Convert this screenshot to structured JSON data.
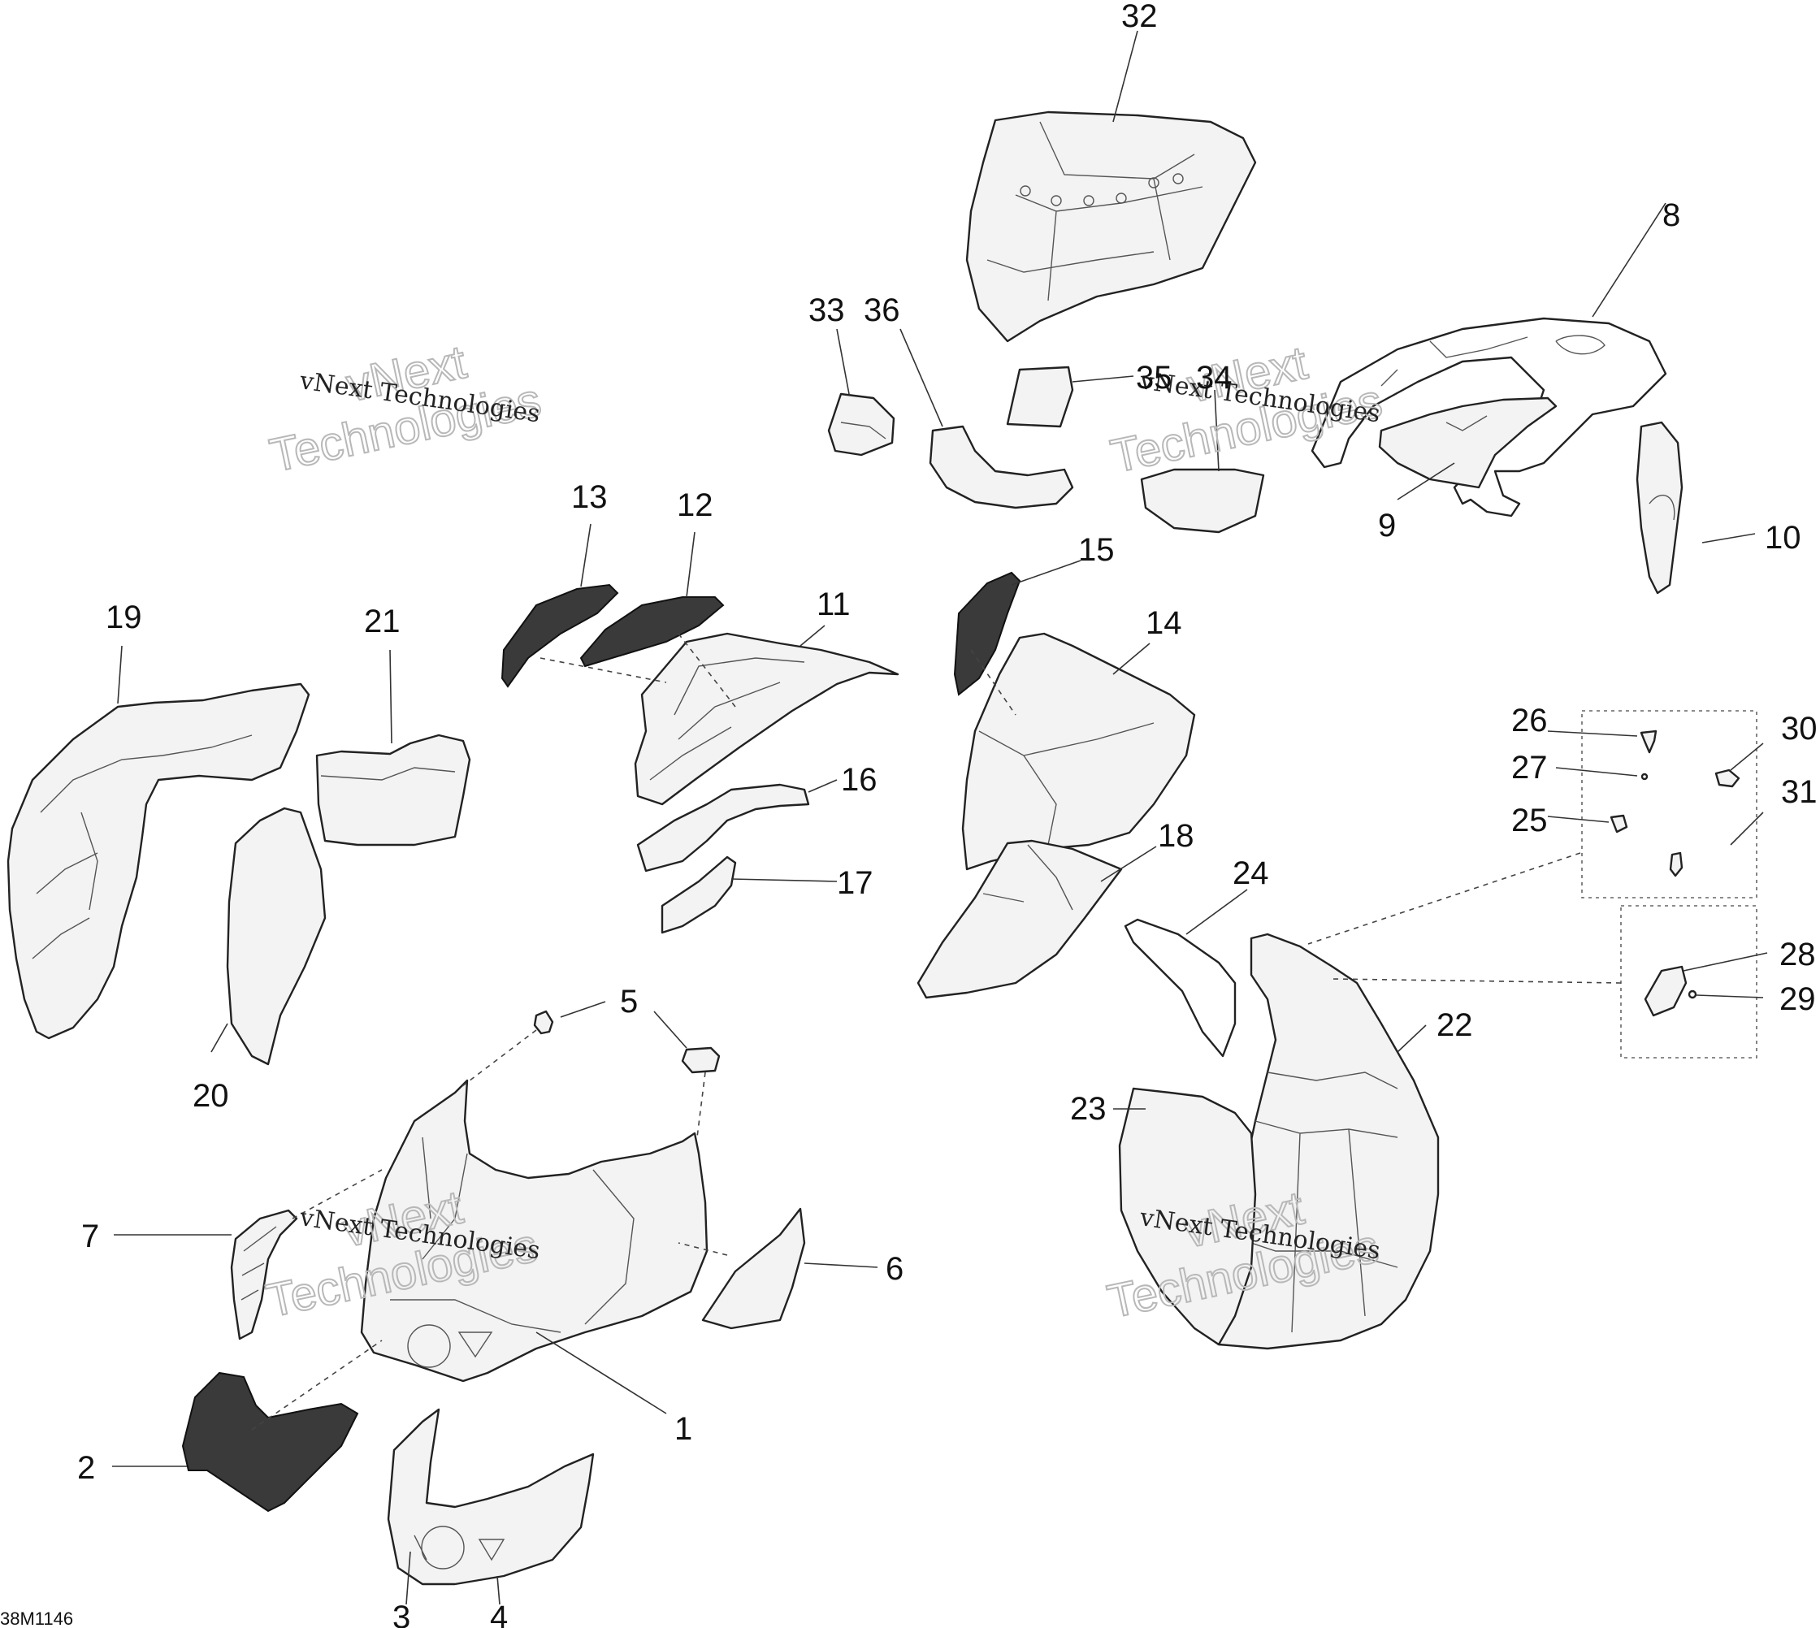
{
  "document_id": "38M1146",
  "watermark": {
    "line1": "vNext Technologies",
    "big_top": "vNext",
    "big_bottom": "Technologies"
  },
  "callouts": [
    "1",
    "2",
    "3",
    "4",
    "5",
    "6",
    "7",
    "8",
    "9",
    "10",
    "11",
    "12",
    "13",
    "14",
    "15",
    "16",
    "17",
    "18",
    "19",
    "20",
    "21",
    "22",
    "23",
    "24",
    "25",
    "26",
    "27",
    "28",
    "29",
    "30",
    "31",
    "32",
    "33",
    "34",
    "35",
    "36"
  ]
}
